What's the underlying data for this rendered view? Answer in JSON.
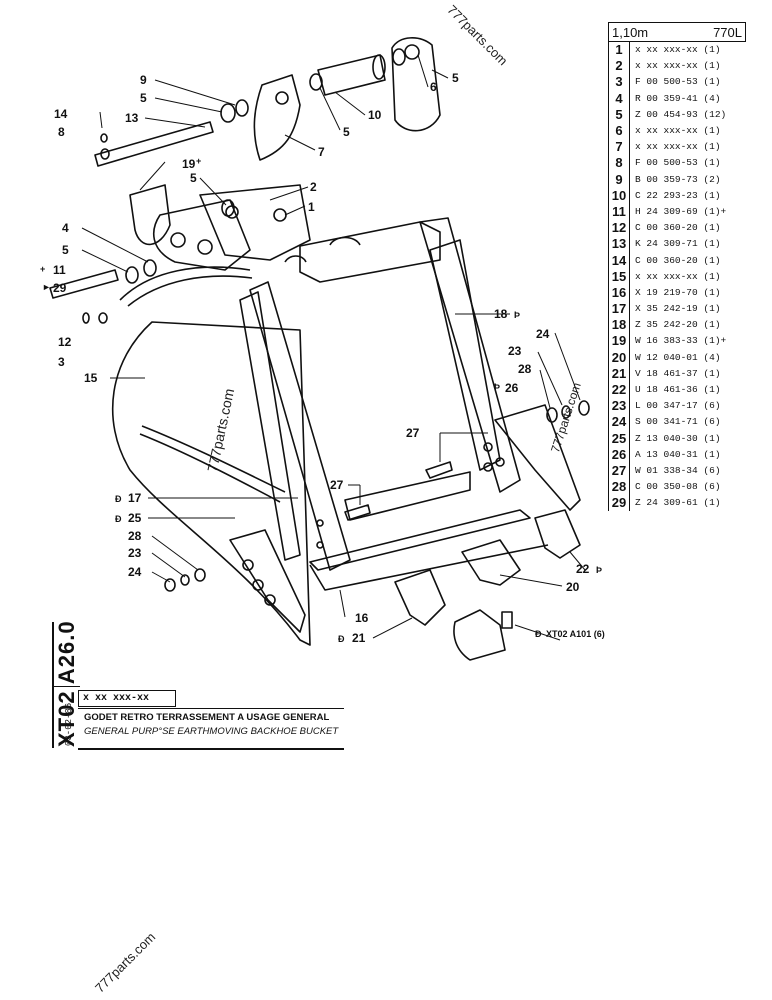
{
  "watermarks": [
    "777parts.com",
    "777parts.com",
    "777parts.com",
    "777parts.com"
  ],
  "table": {
    "header_size": "1,10m",
    "header_model": "770L",
    "rows": [
      {
        "n": "1",
        "ref": "x xx xxx-xx (1)"
      },
      {
        "n": "2",
        "ref": "x xx xxx-xx (1)"
      },
      {
        "n": "3",
        "ref": "F 00 500-53 (1)"
      },
      {
        "n": "4",
        "ref": "R 00 359-41 (4)"
      },
      {
        "n": "5",
        "ref": "Z 00 454-93 (12)"
      },
      {
        "n": "6",
        "ref": "x xx xxx-xx (1)"
      },
      {
        "n": "7",
        "ref": "x xx xxx-xx (1)"
      },
      {
        "n": "8",
        "ref": "F 00 500-53 (1)"
      },
      {
        "n": "9",
        "ref": "B 00 359-73 (2)"
      },
      {
        "n": "10",
        "ref": "C 22 293-23 (1)"
      },
      {
        "n": "11",
        "ref": "H 24 309-69 (1)+"
      },
      {
        "n": "12",
        "ref": "C 00 360-20 (1)"
      },
      {
        "n": "13",
        "ref": "K 24 309-71 (1)"
      },
      {
        "n": "14",
        "ref": "C 00 360-20 (1)"
      },
      {
        "n": "15",
        "ref": "x xx xxx-xx (1)"
      },
      {
        "n": "16",
        "ref": "X 19 219-70 (1)"
      },
      {
        "n": "17",
        "ref": "X 35 242-19 (1)"
      },
      {
        "n": "18",
        "ref": "Z 35 242-20 (1)"
      },
      {
        "n": "19",
        "ref": "W 16 383-33 (1)+"
      },
      {
        "n": "20",
        "ref": "W 12 040-01 (4)"
      },
      {
        "n": "21",
        "ref": "V 18 461-37 (1)"
      },
      {
        "n": "22",
        "ref": "U 18 461-36 (1)"
      },
      {
        "n": "23",
        "ref": "L 00 347-17 (6)"
      },
      {
        "n": "24",
        "ref": "S 00 341-71 (6)"
      },
      {
        "n": "25",
        "ref": "Z 13 040-30 (1)"
      },
      {
        "n": "26",
        "ref": "A 13 040-31 (1)"
      },
      {
        "n": "27",
        "ref": "W 01 338-34 (6)"
      },
      {
        "n": "28",
        "ref": "C 00 350-08 (6)"
      },
      {
        "n": "29",
        "ref": "Z 24 309-61 (1)"
      }
    ]
  },
  "title_block": {
    "sheet_code": "XT02 A26.0",
    "date": "03-02-86",
    "ref": "x xx xxx-xx",
    "title_fr": "GODET RETRO TERRASSEMENT A USAGE GENERAL",
    "title_en": "GENERAL PURP°SE EARTHMOVING BACKHOE BUCKET"
  },
  "callouts": {
    "c1": "1",
    "c2": "2",
    "c3": "3",
    "c4": "4",
    "c5a": "5",
    "c5b": "5",
    "c5c": "5",
    "c5d": "5",
    "c5e": "5",
    "c6": "6",
    "c7": "7",
    "c8": "8",
    "c9": "9",
    "c10": "10",
    "c11": "11",
    "c12": "12",
    "c13": "13",
    "c14": "14",
    "c15": "15",
    "c16": "16",
    "c17": "17",
    "c18": "18",
    "c19": "19",
    "c20": "20",
    "c21": "21",
    "c22": "22",
    "c23a": "23",
    "c23b": "23",
    "c24a": "24",
    "c24b": "24",
    "c25": "25",
    "c26": "26",
    "c27a": "27",
    "c27b": "27",
    "c28a": "28",
    "c28b": "28",
    "c29": "29",
    "xref": "XT02  A101 (6)"
  }
}
